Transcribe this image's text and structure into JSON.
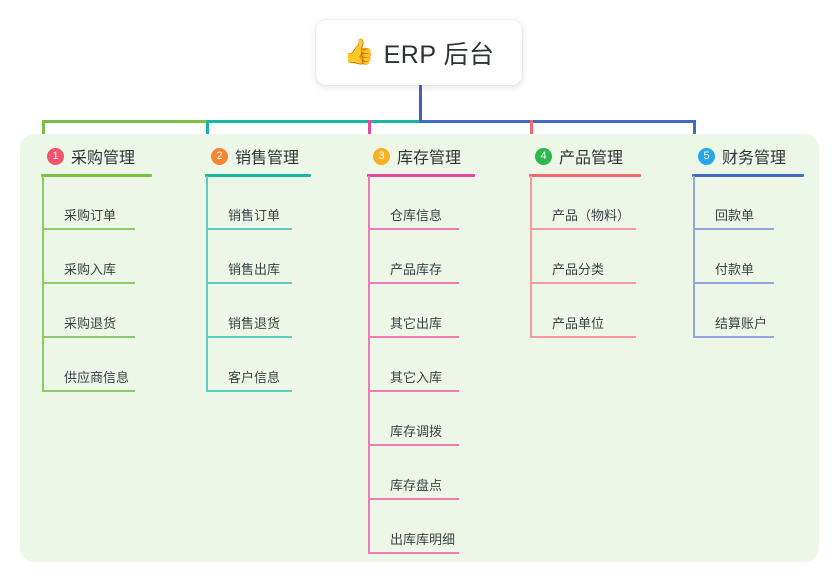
{
  "diagram": {
    "type": "mind-map",
    "root": {
      "emoji": "👍",
      "emoji_name": "thumbs-up-emoji",
      "title": "ERP 后台"
    },
    "panel_color": "#edf7e8",
    "root_connector_color": "#4a5bc0",
    "branches": [
      {
        "index": "1",
        "label": "采购管理",
        "badge_color": "#f2556b",
        "line_color": "#7ac143",
        "leaf_line_color": "#8bc96a",
        "items": [
          "采购订单",
          "采购入库",
          "采购退货",
          "供应商信息"
        ]
      },
      {
        "index": "2",
        "label": "销售管理",
        "badge_color": "#f58634",
        "line_color": "#17b5a6",
        "leaf_line_color": "#5ccbc2",
        "items": [
          "销售订单",
          "销售出库",
          "销售退货",
          "客户信息"
        ]
      },
      {
        "index": "3",
        "label": "库存管理",
        "badge_color": "#f5b324",
        "line_color": "#e2489b",
        "leaf_line_color": "#ef7ab8",
        "items": [
          "仓库信息",
          "产品库存",
          "其它出库",
          "其它入库",
          "库存调拨",
          "库存盘点",
          "出库库明细"
        ]
      },
      {
        "index": "4",
        "label": "产品管理",
        "badge_color": "#2cb84a",
        "line_color": "#f4696b",
        "leaf_line_color": "#f79a9c",
        "items": [
          "产品（物料）",
          "产品分类",
          "产品单位"
        ]
      },
      {
        "index": "5",
        "label": "财务管理",
        "badge_color": "#28a7e8",
        "line_color": "#4169c9",
        "leaf_line_color": "#8fa8de",
        "items": [
          "回款单",
          "付款单",
          "结算账户"
        ]
      }
    ]
  }
}
